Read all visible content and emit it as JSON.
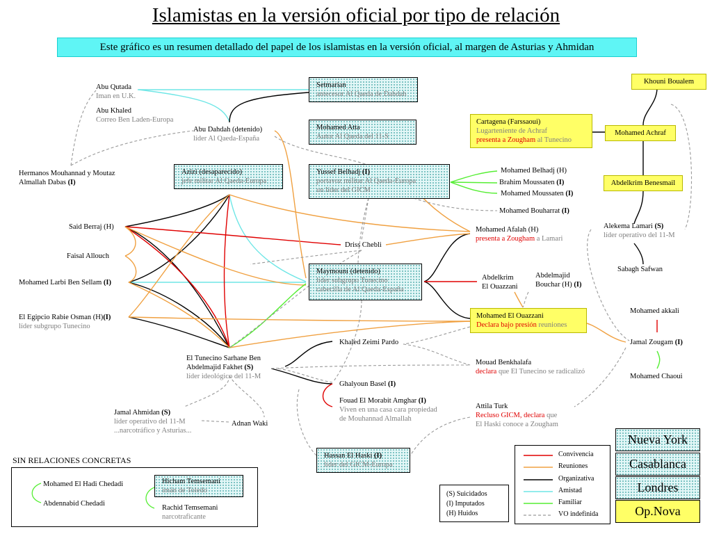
{
  "title": "Islamistas en la versión oficial por tipo de relación",
  "subtitle": "Este gráfico es un resumen detallado del papel de los islamistas en la versión oficial, al margen de Asturias y Ahmidan",
  "colors": {
    "convivencia": "#e00000",
    "reuniones": "#f0a040",
    "organizativa": "#000000",
    "amistad": "#6ee6e6",
    "familiar": "#55ee33",
    "indefinida": "#999999",
    "subtitle_bg": "#5ff5f5",
    "yellow_box": "#ffff66"
  },
  "people": {
    "abu_qutada": {
      "name": "Abu Qutada",
      "role": "Iman en U.K."
    },
    "abu_khaled": {
      "name": "Abu Khaled",
      "role": "Correo Ben Laden-Europa"
    },
    "abu_dahdah": {
      "name": "Abu Dahdah (detenido)",
      "role": "líder Al Qaeda-España"
    },
    "hermanos": {
      "line1": "Hermanos Mouhannad y Moutaz",
      "line2": "Almallah Dabas",
      "tag": "(I)"
    },
    "setmarian": {
      "name": "Setmarian",
      "role": "antecesor Al Qaeda de Dahdah"
    },
    "atta": {
      "name": "Mohamed Atta",
      "role": "Autor Al Qaeda del 11-S"
    },
    "azizi": {
      "name": "Azizi (desaparecido)",
      "role": "jefe militar Al Qaeda-Europa"
    },
    "belhadj_y": {
      "name": "Yussef Belhadj",
      "tag": "(I)",
      "role1": "portavoz militar Al Qaeda-Europa",
      "role2": "un líder del GICM"
    },
    "belhadj_m": {
      "name": "Mohamed Belhadj (H)"
    },
    "brahim": {
      "name": "Brahim Moussaten",
      "tag": "(I)"
    },
    "moussaten": {
      "name": "Mohamed  Moussaten",
      "tag": "(I)"
    },
    "bouharrat": {
      "name": "Mohamed Bouharrat",
      "tag": "(I)"
    },
    "said_berraj": {
      "name": "Said Berraj (H)"
    },
    "faisal": {
      "name": "Faisal Allouch"
    },
    "ben_sellam": {
      "name": "Mohamed Larbi Ben Sellam",
      "tag": "(I)"
    },
    "egipcio": {
      "name": "El Egipcio Rabie Osman (H)",
      "tag": "(I)",
      "role": "líder subgrupo Tunecino"
    },
    "driss": {
      "name": "Driss Chebli"
    },
    "maymouni": {
      "name": "Maymouni (detenido)",
      "role1": "líder subgrupo Tunecino",
      "role2": "cabecilla de Al Qaeda-España"
    },
    "afalah": {
      "name": "Mohamed Afalah (H)",
      "action": "presenta a Zougham",
      "rest": "a Lamari"
    },
    "abdelkrim_o": {
      "line1": "Abdelkrim",
      "line2": "El Ouazzani"
    },
    "abdelmajid": {
      "line1": "Abdelmajid",
      "line2": "Bouchar (H)",
      "tag": "(I)"
    },
    "el_ouazzani": {
      "name": "Mohamed El Ouazzani",
      "action": "Declara bajo presión",
      "rest": "reuniones"
    },
    "cartagena": {
      "name": "Cartagena (Farssaoui)",
      "role": "Lugarteniente de Achraf",
      "action": "presenta a Zougham",
      "rest": "al Tunecino"
    },
    "khouni": {
      "name": "Khouni Boualem"
    },
    "achraf": {
      "name": "Mohamed Achraf"
    },
    "benesmail": {
      "name": "Abdelkrim Benesmail"
    },
    "lamari": {
      "name": "Alekema Lamari",
      "tag": "(S)",
      "role": "líder operativo del 11-M"
    },
    "sabagh": {
      "name": "Sabagh Safwan"
    },
    "akkali": {
      "name": "Mohamed akkali"
    },
    "zougam": {
      "name": "Jamal Zougam",
      "tag": "(I)"
    },
    "chaoui": {
      "name": "Mohamed Chaoui"
    },
    "tunecino": {
      "line1": "El Tunecino Sarhane Ben",
      "line2": "Abdelmajid Fakhet",
      "tag": "(S)",
      "role": "líder ideológico del 11-M"
    },
    "zeimi": {
      "name": "Khaled Zeimi Pardo"
    },
    "benkhalafa": {
      "name": "Mouad Benkhalafa",
      "action": "declara",
      "rest": "que El Tunecino se radicalizó"
    },
    "ghalyoun": {
      "name": "Ghalyoun Basel",
      "tag": "(I)"
    },
    "morabit": {
      "name": "Fouad El Morabit Amghar",
      "tag": "(I)",
      "role1": "Viven en una casa cara propiedad",
      "role2": "de Mouhannad Almallah"
    },
    "attila": {
      "name": "Attila Turk",
      "action": "Recluso GICM, declara",
      "rest1": "que",
      "rest2": "El Haski conoce a Zougham"
    },
    "ahmidan": {
      "name": "Jamal Ahmidan",
      "tag": "(S)",
      "role1": "líder operativo del 11-M",
      "role2": "...narcotráfico y Asturias..."
    },
    "adnan": {
      "name": "Adnan Waki"
    },
    "haski": {
      "name": "Hassan El Haski",
      "tag": "(I)",
      "role": "líder del GICM-Europa"
    }
  },
  "sin_relaciones": {
    "heading": "SIN RELACIONES CONCRETAS",
    "hadi": "Mohamed El Hadi Chedadi",
    "abdennabid": "Abdennabid Chedadi",
    "hicham": {
      "name": "Hicham Temsemani",
      "role": "imán de Toledo"
    },
    "rachid": {
      "name": "Rachid Temsemani",
      "role": "narcotraficante"
    }
  },
  "abbrev_legend": {
    "s": "(S)  Suicidados",
    "i": "(I)   Imputados",
    "h": "(H) Huidos"
  },
  "line_legend": [
    {
      "label": "Convivencia",
      "color": "#e00000",
      "dashed": false
    },
    {
      "label": "Reuniones",
      "color": "#f0a040",
      "dashed": false
    },
    {
      "label": "Organizativa",
      "color": "#000000",
      "dashed": false
    },
    {
      "label": "Amistad",
      "color": "#6ee6e6",
      "dashed": false
    },
    {
      "label": "Familiar",
      "color": "#55ee33",
      "dashed": false
    },
    {
      "label": "VO indefinida",
      "color": "#999999",
      "dashed": true
    }
  ],
  "cities": [
    "Nueva York",
    "Casablanca",
    "Londres",
    "Op.Nova"
  ]
}
